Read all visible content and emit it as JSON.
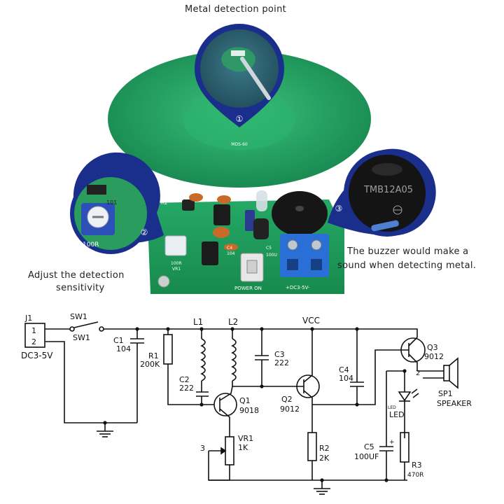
{
  "captions": {
    "detection_point": "Metal detection point",
    "adjust_line1": "Adjust the detection",
    "adjust_line2": "sensitivity",
    "buzzer_line1": "The buzzer would make a",
    "buzzer_line2": "sound when detecting metal."
  },
  "callouts": {
    "one": "①",
    "two": "②",
    "three": "③"
  },
  "board": {
    "coil_mark": "MDS-60",
    "power_on": "POWER  ON",
    "supply": "+DC3-5V-",
    "vr1_marking": "100R",
    "vr1_label": "VR1",
    "pot_code": "101",
    "pot_value": "100R",
    "buzzer_part": "TMB12A05",
    "r2": "R2",
    "c4": "C4",
    "c4b": "104",
    "c5": "C5",
    "c5b": "100U"
  },
  "schematic": {
    "j1": "J1",
    "j1_pin1": "1",
    "j1_pin2": "2",
    "dc": "DC3-5V",
    "sw1a": "SW1",
    "sw1b": "SW1",
    "c1": "C1",
    "c1v": "104",
    "r1": "R1",
    "r1v": "200K",
    "l1": "L1",
    "l2": "L2",
    "vcc": "VCC",
    "c2": "C2",
    "c2v": "222",
    "c3": "C3",
    "c3v": "222",
    "q1": "Q1",
    "q1v": "9018",
    "q2": "Q2",
    "q2v": "9012",
    "c4": "C4",
    "c4v": "104",
    "q3": "Q3",
    "q3v": "9012",
    "pin2": "2",
    "sp1": "SP1",
    "speaker": "SPEAKER",
    "led_small": "LED",
    "led": "LED",
    "vr1": "VR1",
    "vr1v": "1K",
    "pin3": "3",
    "r2": "R2",
    "r2v": "2K",
    "c5": "C5",
    "c5v": "100UF",
    "r3": "R3",
    "r3v": "470R",
    "plus": "+"
  },
  "colors": {
    "pcb_green": "#1f9a5a",
    "coil_green": "#2fae6b",
    "callout_blue": "#1a2e8c",
    "terminal_blue": "#2a6fd6"
  }
}
